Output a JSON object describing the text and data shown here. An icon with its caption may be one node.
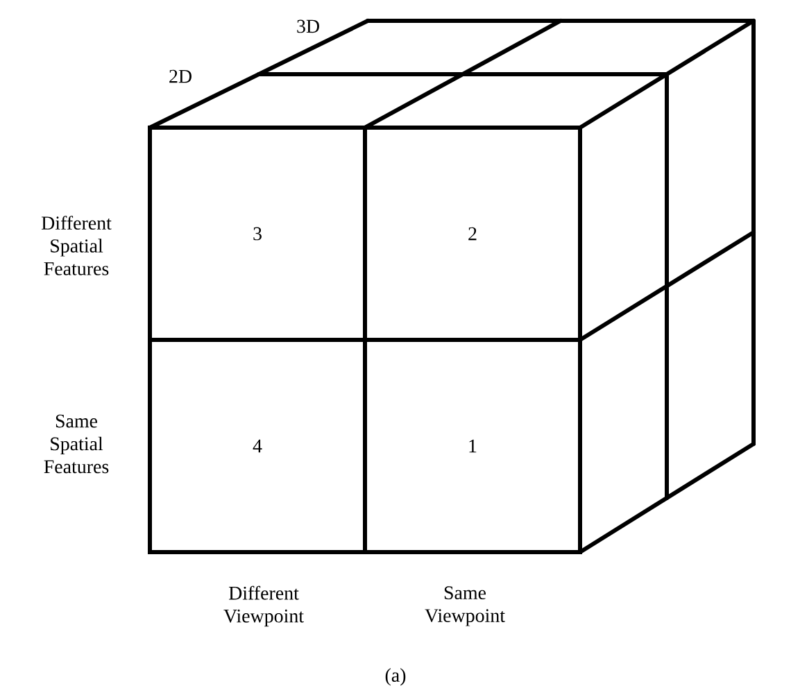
{
  "diagram": {
    "caption": "(a)",
    "nodes": [
      {
        "text": [
          "3"
        ]
      },
      {
        "text": [
          "2"
        ]
      },
      {
        "text": [
          "4"
        ]
      },
      {
        "text": [
          "1"
        ]
      }
    ],
    "labels": [
      "3D",
      "2D",
      "Different Spatial Features",
      "Same Spatial Features",
      "Different Viewpoint",
      "Same Viewpoint"
    ]
  }
}
